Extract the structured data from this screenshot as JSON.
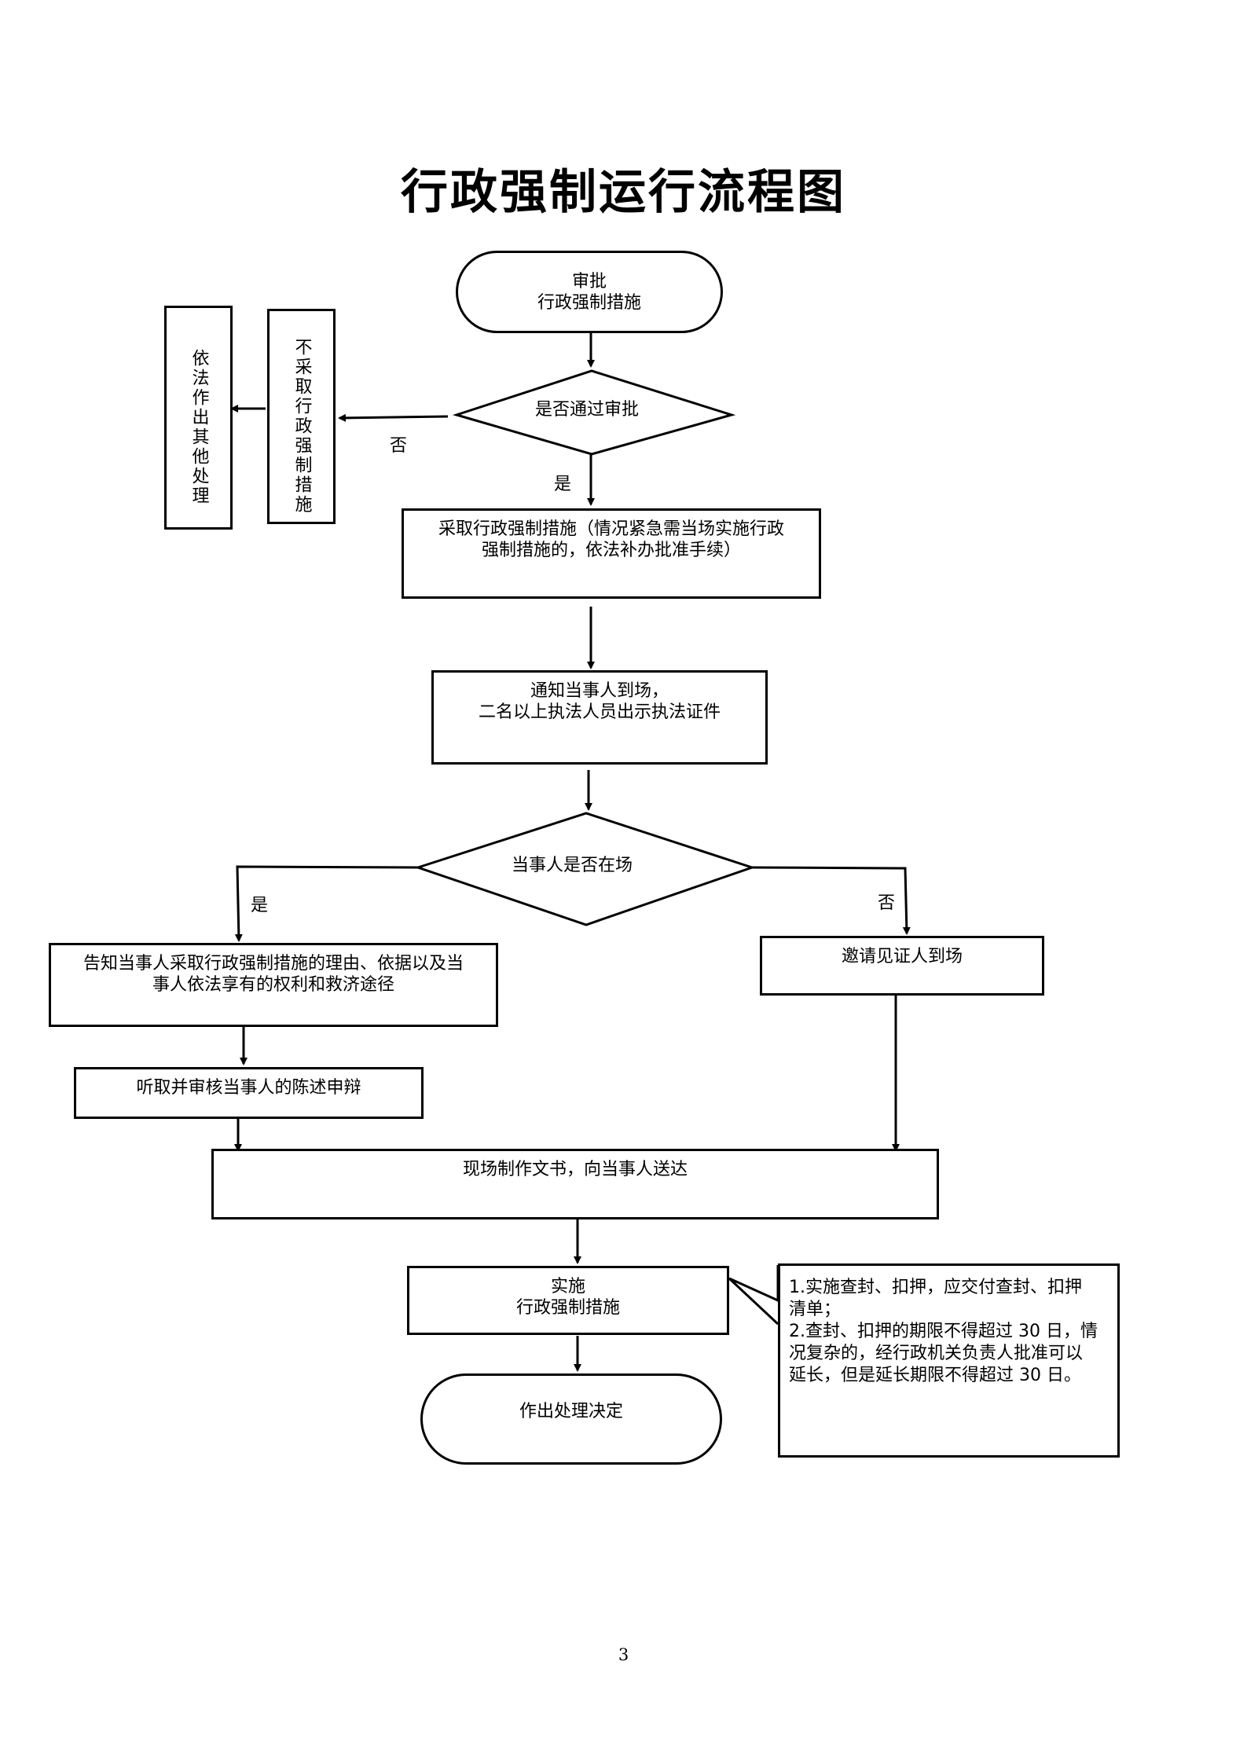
{
  "title": "行政强制运行流程图",
  "page_number": "3",
  "nodes": {
    "start": {
      "line1": "审批",
      "line2": "行政强制措施"
    },
    "approval_decision": "是否通过审批",
    "no_measure": "不采取行政强制措施",
    "other_handling": "依法作出其他处理",
    "take_measure": {
      "line1": "采取行政强制措施（情况紧急需当场实施行政",
      "line2": "强制措施的，依法补办批准手续）"
    },
    "notify": {
      "line1": "通知当事人到场，",
      "line2": "二名以上执法人员出示执法证件"
    },
    "present_decision": "当事人是否在场",
    "inform": {
      "line1": "告知当事人采取行政强制措施的理由、依据以及当",
      "line2": "事人依法享有的权利和救济途径"
    },
    "invite_witness": "邀请见证人到场",
    "hear_statement": "听取并审核当事人的陈述申辩",
    "make_document": "现场制作文书，向当事人送达",
    "implement": {
      "line1": "实施",
      "line2": "行政强制措施"
    },
    "end": "作出处理决定"
  },
  "note": {
    "lines": [
      "1.实施查封、扣押，应交付查封、扣押",
      "清单；",
      "2.查封、扣押的期限不得超过 30 日，情",
      "况复杂的，经行政机关负责人批准可以",
      "延长，但是延长期限不得超过 30 日。"
    ]
  },
  "edge_labels": {
    "approval_no": "否",
    "approval_yes": "是",
    "present_yes": "是",
    "present_no": "否"
  }
}
